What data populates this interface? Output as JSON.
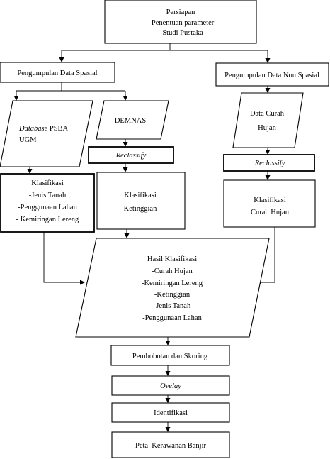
{
  "flowchart": {
    "persiapan": {
      "title": "Persiapan",
      "line1": "- Penentuan parameter",
      "line2": "- Studi Pustaka"
    },
    "pengumpulan_spasial": "Pengumpulan Data Spasial",
    "pengumpulan_non_spasial": "Pengumpulan Data Non Spasial",
    "database": {
      "italic": "Database",
      "rest": " PSBA",
      "line2": "UGM"
    },
    "demnas": "DEMNAS",
    "curah_hujan_data": {
      "line1": "Data Curah",
      "line2": "Hujan"
    },
    "reclassify_1": "Reclassify",
    "reclassify_2": "Reclassify",
    "klasifikasi_left": {
      "title": "Klasifikasi",
      "item1": "-Jenis Tanah",
      "item2": "-Penggunaan Lahan",
      "item3": "- Kemiringan Lereng"
    },
    "klasifikasi_mid": {
      "line1": "Klasifikasi",
      "line2": "Ketinggian"
    },
    "klasifikasi_right": {
      "line1": "Klasifikasi",
      "line2": "Curah Hujan"
    },
    "hasil": {
      "title": "Hasil Klasifikasi",
      "items": [
        "-Curah Hujan",
        "-Kemiringan Lereng",
        "-Ketinggian",
        "-Jenis Tanah",
        "-Penggunaan Lahan"
      ]
    },
    "pembobotan": "Pembobotan dan Skoring",
    "overlay": "Ovelay",
    "identifikasi": "Identifikasi",
    "peta": "Peta  Kerawanan Banjir"
  }
}
